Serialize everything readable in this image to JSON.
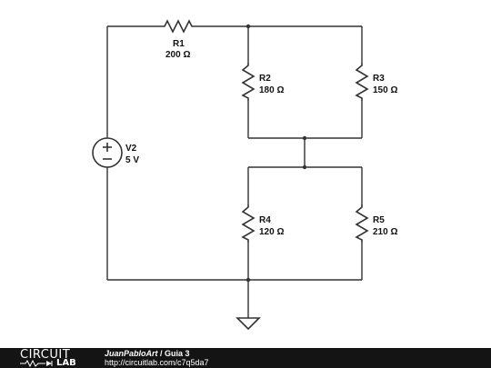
{
  "circuit": {
    "components": [
      {
        "id": "R1",
        "type": "resistor",
        "name": "R1",
        "value": "200 Ω"
      },
      {
        "id": "R2",
        "type": "resistor",
        "name": "R2",
        "value": "180 Ω"
      },
      {
        "id": "R3",
        "type": "resistor",
        "name": "R3",
        "value": "150 Ω"
      },
      {
        "id": "R4",
        "type": "resistor",
        "name": "R4",
        "value": "120 Ω"
      },
      {
        "id": "R5",
        "type": "resistor",
        "name": "R5",
        "value": "210 Ω"
      },
      {
        "id": "V2",
        "type": "voltage-source",
        "name": "V2",
        "value": "5 V"
      }
    ],
    "ground": true
  },
  "footer": {
    "logo_top": "CIRCUIT",
    "logo_bottom": "LAB",
    "author": "JuanPabloArt",
    "separator": " / ",
    "title": "Guia 3",
    "url": "http://circuitlab.com/c7q5da7"
  },
  "colors": {
    "wire": "#333333",
    "footer_bg": "#141414",
    "footer_text": "#ffffff"
  }
}
